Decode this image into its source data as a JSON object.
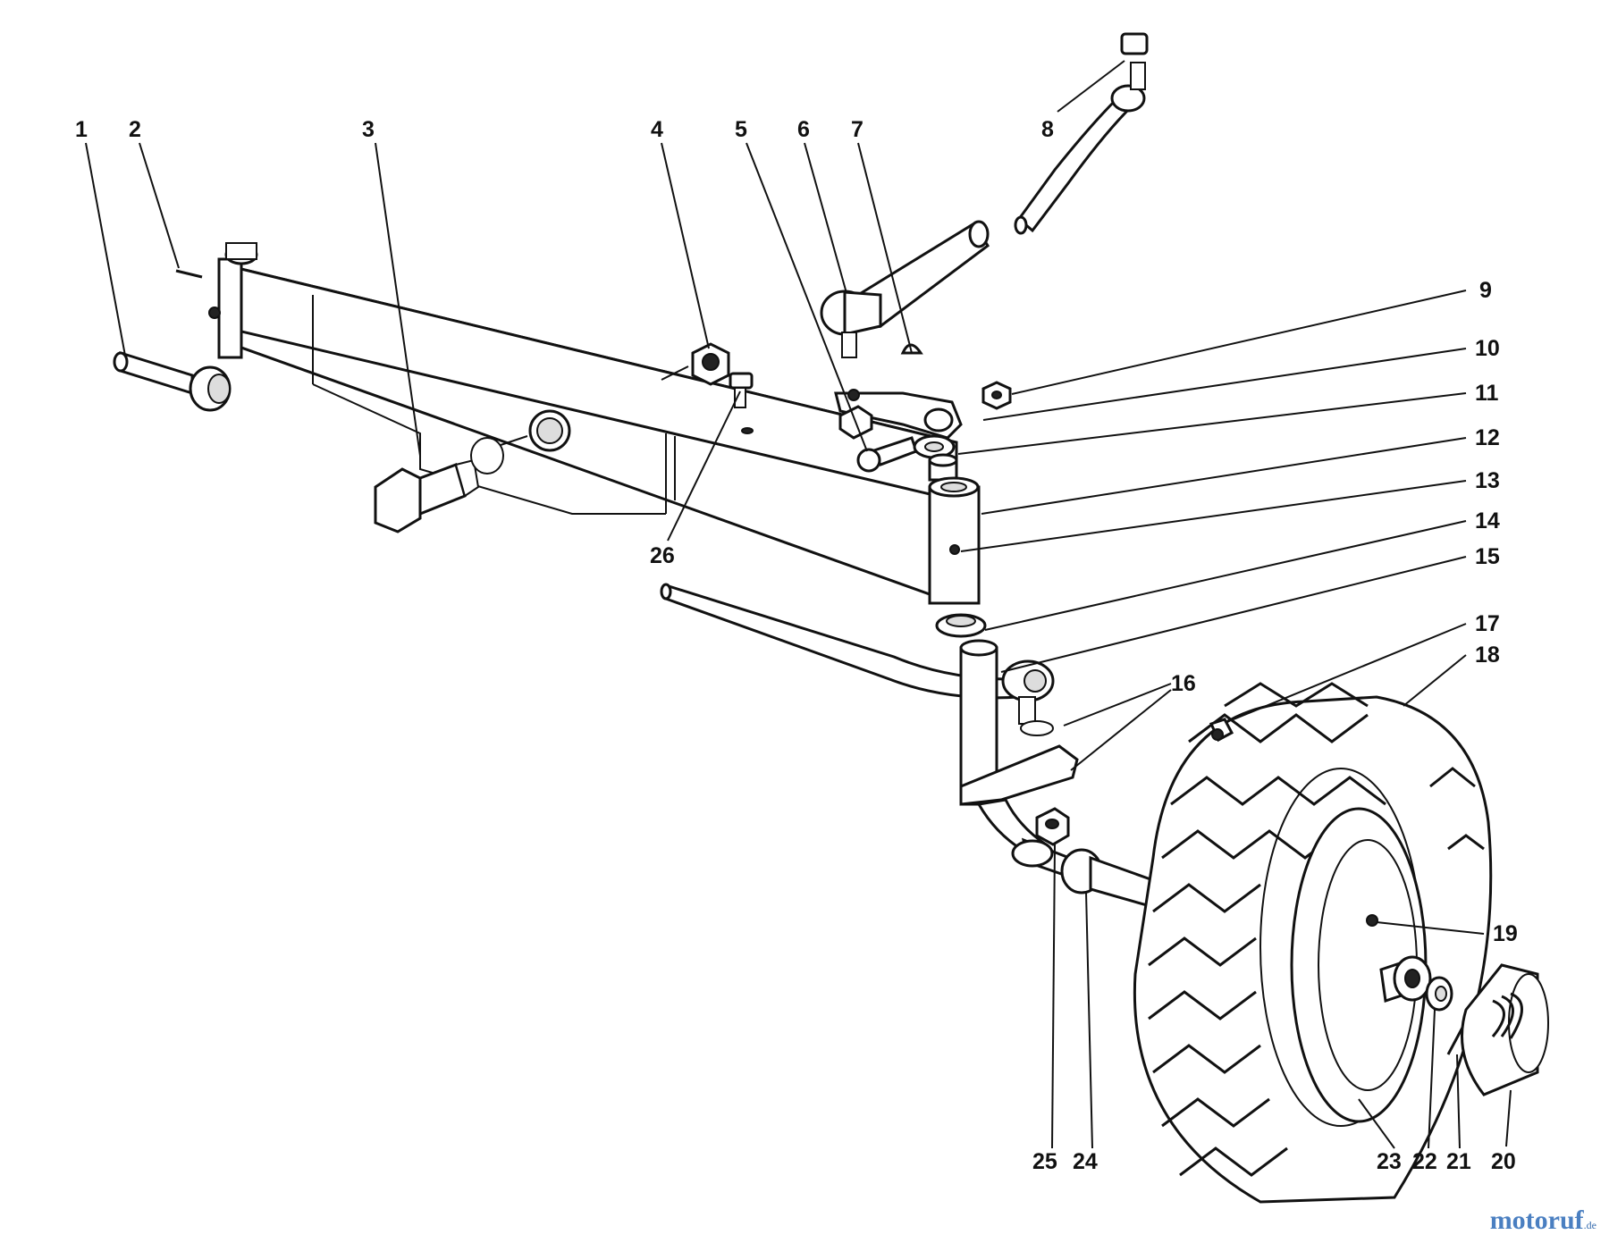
{
  "labels": [
    {
      "id": "1",
      "text": "1"
    },
    {
      "id": "2",
      "text": "2"
    },
    {
      "id": "3",
      "text": "3"
    },
    {
      "id": "4",
      "text": "4"
    },
    {
      "id": "5",
      "text": "5"
    },
    {
      "id": "6",
      "text": "6"
    },
    {
      "id": "7",
      "text": "7"
    },
    {
      "id": "8",
      "text": "8"
    },
    {
      "id": "9",
      "text": "9"
    },
    {
      "id": "10",
      "text": "10"
    },
    {
      "id": "11",
      "text": "11"
    },
    {
      "id": "12",
      "text": "12"
    },
    {
      "id": "13",
      "text": "13"
    },
    {
      "id": "14",
      "text": "14"
    },
    {
      "id": "15",
      "text": "15"
    },
    {
      "id": "16",
      "text": "16"
    },
    {
      "id": "17",
      "text": "17"
    },
    {
      "id": "18",
      "text": "18"
    },
    {
      "id": "19",
      "text": "19"
    },
    {
      "id": "20",
      "text": "20"
    },
    {
      "id": "21",
      "text": "21"
    },
    {
      "id": "22",
      "text": "22"
    },
    {
      "id": "23",
      "text": "23"
    },
    {
      "id": "24",
      "text": "24"
    },
    {
      "id": "25",
      "text": "25"
    },
    {
      "id": "26",
      "text": "26"
    }
  ],
  "watermark": {
    "brand": "motoruf",
    "tld": ".de"
  },
  "colors": {
    "ink": "#111111",
    "paper": "#ffffff",
    "watermark": "#4a7fc1"
  }
}
